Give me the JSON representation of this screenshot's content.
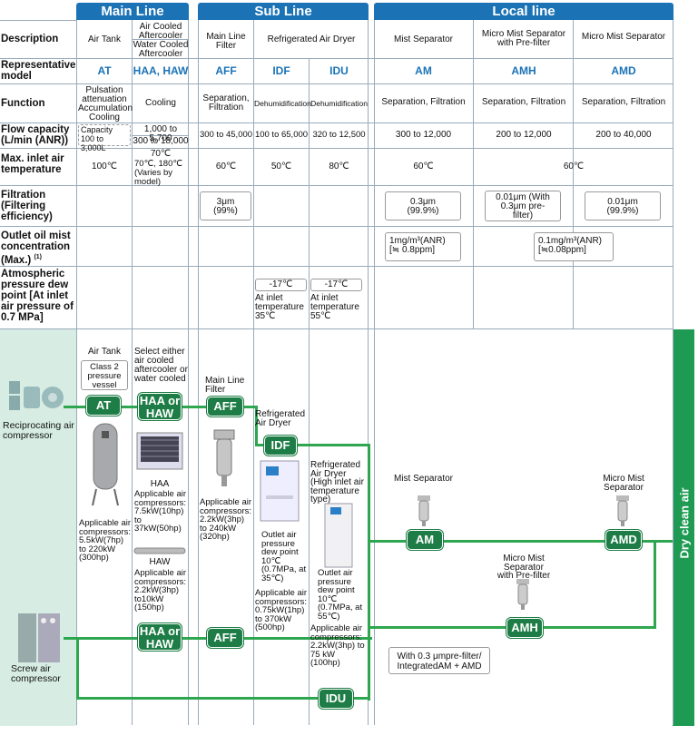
{
  "headers": {
    "main": "Main Line",
    "sub": "Sub Line",
    "local": "Local line"
  },
  "rows": {
    "description": "Description",
    "model": "Representative model",
    "function": "Function",
    "flow": "Flow capacity (L/min (ANR))",
    "temp": "Max. inlet air temperature",
    "filtration": "Filtration (Filtering efficiency)",
    "oilmist": "Outlet oil mist concentration (Max.)",
    "oilmist_note": "(1)",
    "dewpoint": "Atmospheric pressure dew point [At inlet air pressure of 0.7 MPa]"
  },
  "columns": {
    "airtank": {
      "desc": "Air Tank",
      "model": "AT",
      "function": "Pulsation attenuation Accumulation Cooling",
      "flow_label": "Capacity",
      "flow": "100 to 3,000L",
      "temp": "100℃"
    },
    "cooler": {
      "desc_top": "Air Cooled Aftercooler",
      "desc_bottom": "Water Cooled Aftercooler",
      "model": "HAA, HAW",
      "function": "Cooling",
      "flow_top": "1,000 to 5,700",
      "flow_bottom": "300 to 18,000",
      "temp_top": "70℃",
      "temp_bottom": "70℃, 180℃ (Varies by model)"
    },
    "aff": {
      "desc": "Main Line Filter",
      "model": "AFF",
      "function": "Separation, Filtration",
      "flow": "300 to 45,000",
      "temp": "60℃",
      "filtration": "3μm (99%)"
    },
    "idf": {
      "model": "IDF",
      "function": "Dehumidification",
      "flow": "100 to 65,000",
      "temp": "50℃",
      "dew": "-17℃",
      "dew_note": "At inlet temperature 35℃"
    },
    "idu": {
      "model": "IDU",
      "function": "Dehumidification",
      "flow": "320 to 12,500",
      "temp": "80℃",
      "dew": "-17℃",
      "dew_note": "At inlet temperature 55℃"
    },
    "dryer_desc": "Refrigerated Air Dryer",
    "am": {
      "desc": "Mist Separator",
      "model": "AM",
      "function": "Separation, Filtration",
      "flow": "300 to 12,000",
      "temp": "60℃",
      "filtration": "0.3μm (99.9%)",
      "oil": "1mg/m³(ANR) [≒ 0.8ppm]"
    },
    "amh": {
      "desc": "Micro Mist Separator with Pre-filter",
      "model": "AMH",
      "function": "Separation, Filtration",
      "flow": "200 to 12,000",
      "filtration": "0.01μm (With 0.3μm pre-filter)"
    },
    "amd": {
      "desc": "Micro Mist Separator",
      "model": "AMD",
      "function": "Separation, Filtration",
      "flow": "200 to 40,000",
      "filtration": "0.01μm (99.9%)"
    },
    "amh_amd_temp": "60℃",
    "amh_amd_oil": "0.1mg/m³(ANR) [≒0.08ppm]"
  },
  "diagram": {
    "recip": "Reciprocating air compressor",
    "screw": "Screw air compressor",
    "airtank_title": "Air Tank",
    "airtank_box": "Class 2 pressure vessel",
    "airtank_note": "Applicable air compressors: 5.5kW(7hp) to 220kW (300hp)",
    "cooler_select": "Select either air cooled aftercooler or water cooled",
    "haa_label": "HAA",
    "haa_note": "Applicable air compressors: 7.5kW(10hp) to 37kW(50hp)",
    "haw_label": "HAW",
    "haw_note": "Applicable air compressors: 2.2kW(3hp) to10kW (150hp)",
    "btn_at": "AT",
    "btn_haa_haw": "HAA or HAW",
    "btn_aff": "AFF",
    "btn_idf": "IDF",
    "btn_idu": "IDU",
    "btn_am": "AM",
    "btn_amh": "AMH",
    "btn_amd": "AMD",
    "mainfilter": "Main Line Filter",
    "aff_note": "Applicable air compressors: 2.2kW(3hp) to 240kW (320hp)",
    "idf_title": "Refrigerated Air Dryer",
    "idf_note1": "Outlet air pressure dew point 10℃ (0.7MPa, at 35℃)",
    "idf_note2": "Applicable air compressors: 0.75kW(1hp) to 370kW (500hp)",
    "idu_title": "Refrigerated Air Dryer (High inlet air temperature type)",
    "idu_note1": "Outlet air pressure dew point 10℃ (0.7MPa, at 55℃)",
    "idu_note2": "Applicable air compressors: 2.2kW(3hp) to 75 kW (100hp)",
    "am_title": "Mist Separator",
    "amh_title": "Micro Mist Separator with Pre-filter",
    "amd_title": "Micro Mist Separator",
    "amh_box": "With 0.3 μmpre-filter/ IntegratedAM + AMD",
    "dry": "Dry clean air"
  },
  "colors": {
    "header": "#1b73b6",
    "green": "#1e7d46",
    "line": "#2ea64f",
    "shade": "#d7ede4"
  }
}
